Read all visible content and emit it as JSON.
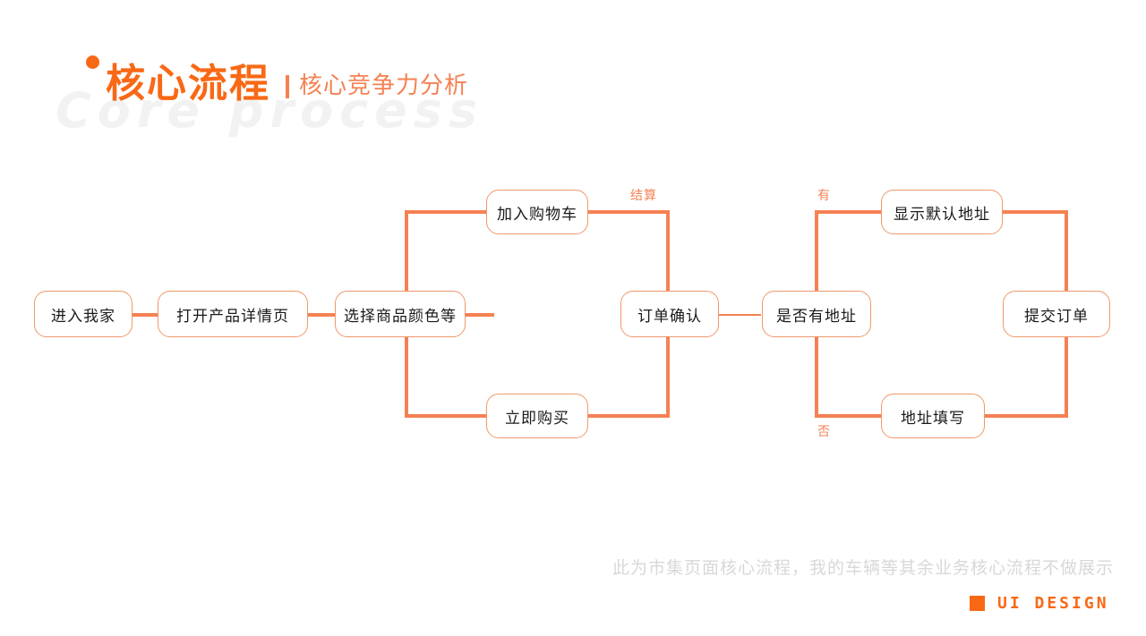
{
  "header": {
    "watermark": "Core process",
    "title": "核心流程",
    "separator": "|",
    "subtitle": "核心竞争力分析"
  },
  "flow": {
    "nodes": [
      {
        "id": "enter-my-home",
        "label": "进入我家"
      },
      {
        "id": "open-product-detail",
        "label": "打开产品详情页"
      },
      {
        "id": "select-color",
        "label": "选择商品颜色等"
      },
      {
        "id": "add-to-cart",
        "label": "加入购物车"
      },
      {
        "id": "buy-now",
        "label": "立即购买"
      },
      {
        "id": "order-confirm",
        "label": "订单确认"
      },
      {
        "id": "has-address",
        "label": "是否有地址"
      },
      {
        "id": "show-default-address",
        "label": "显示默认地址"
      },
      {
        "id": "fill-address",
        "label": "地址填写"
      },
      {
        "id": "submit-order",
        "label": "提交订单"
      }
    ],
    "edge_labels": [
      {
        "id": "checkout",
        "label": "结算"
      },
      {
        "id": "yes",
        "label": "有"
      },
      {
        "id": "no",
        "label": "否"
      }
    ]
  },
  "footer": {
    "note": "此为市集页面核心流程，我的车辆等其余业务核心流程不做展示",
    "brand": "UI  DESIGN"
  },
  "colors": {
    "accent": "#f96815",
    "accent_light": "#f58153",
    "node_border": "#f0986a",
    "watermark": "#f2f2f2",
    "footer_text": "#d8d8d8"
  }
}
